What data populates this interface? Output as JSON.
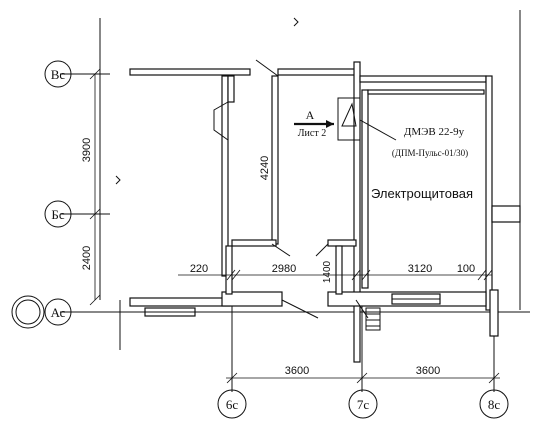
{
  "axes": {
    "rows": [
      "Вс",
      "Бс",
      "Ас"
    ],
    "cols": [
      "6с",
      "7с",
      "8с"
    ]
  },
  "dimensions": {
    "left_upper": "3900",
    "left_lower": "2400",
    "mid_vertical": "4240",
    "small_vertical": "1400",
    "seg_220": "220",
    "seg_2980": "2980",
    "seg_3120": "3120",
    "seg_100": "100",
    "bottom_left": "3600",
    "bottom_right": "3600"
  },
  "labels": {
    "section_mark": "А",
    "sheet_ref": "Лист 2",
    "device": "ДМЭВ 22-9у",
    "device_sub": "(ДПМ-Пульс-01/30)",
    "room": "Электрощитовая"
  }
}
